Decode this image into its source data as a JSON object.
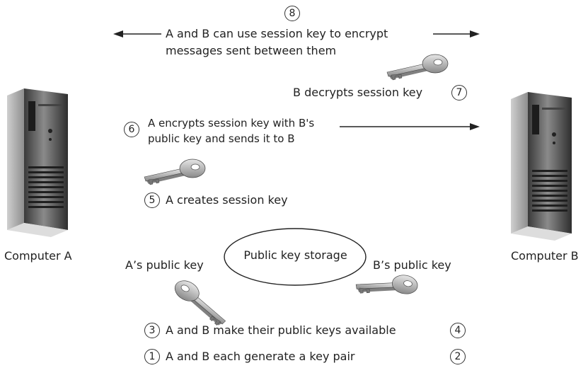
{
  "diagram": {
    "computers": {
      "a_label": "Computer A",
      "b_label": "Computer B"
    },
    "storage": {
      "label": "Public key storage",
      "a_key_label": "A’s public key",
      "b_key_label": "B’s public key"
    },
    "steps": [
      {
        "number": "1",
        "text": "A and B each generate a key pair"
      },
      {
        "number": "2",
        "text": ""
      },
      {
        "number": "3",
        "text": "A and B make their public keys available"
      },
      {
        "number": "4",
        "text": ""
      },
      {
        "number": "5",
        "text": "A creates session key"
      },
      {
        "number": "6",
        "text_line1": "A encrypts session key with B's",
        "text_line2": "public key and sends it to B"
      },
      {
        "number": "7",
        "text": "B decrypts session key"
      },
      {
        "number": "8",
        "text_line1": "A and B can use session key to encrypt",
        "text_line2": "messages sent between them"
      }
    ],
    "colors": {
      "line": "#222222",
      "key_body": "#c9c9c9",
      "key_shadow": "#555555",
      "tower_dark": "#2b2b2b",
      "tower_mid": "#6e6e6e",
      "tower_light": "#bdbdbd"
    }
  }
}
